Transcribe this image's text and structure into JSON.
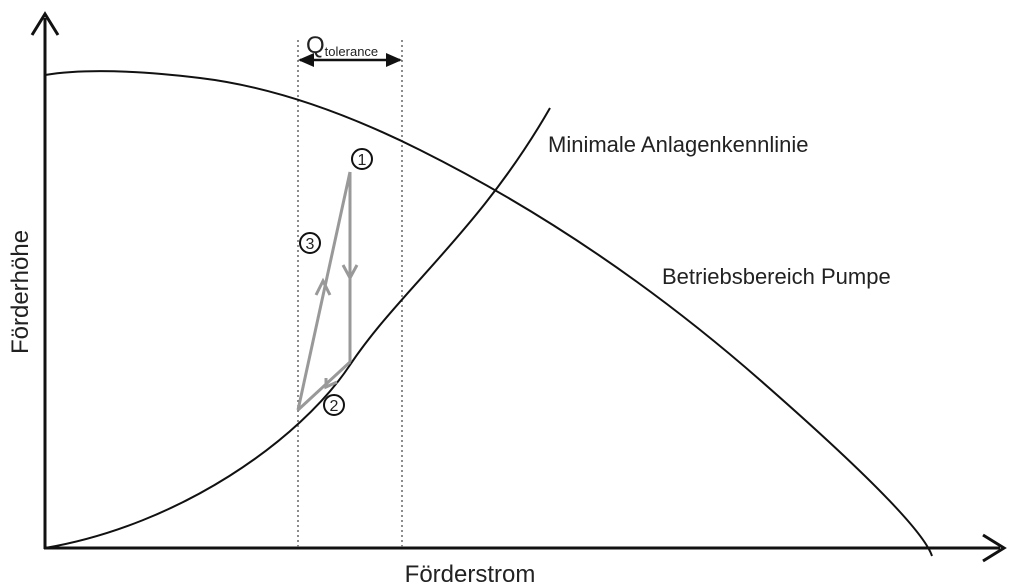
{
  "labels": {
    "y_axis": "Förderhöhe",
    "x_axis": "Förderstrom",
    "system_curve": "Minimale Anlagenkennlinie",
    "pump_curve": "Betriebsbereich Pumpe",
    "tolerance_main": "Q",
    "tolerance_sub": "tolerance",
    "point1": "1",
    "point2": "2",
    "point3": "3"
  },
  "colors": {
    "line": "#111111",
    "cycle": "#999999",
    "dotted": "#666666"
  }
}
